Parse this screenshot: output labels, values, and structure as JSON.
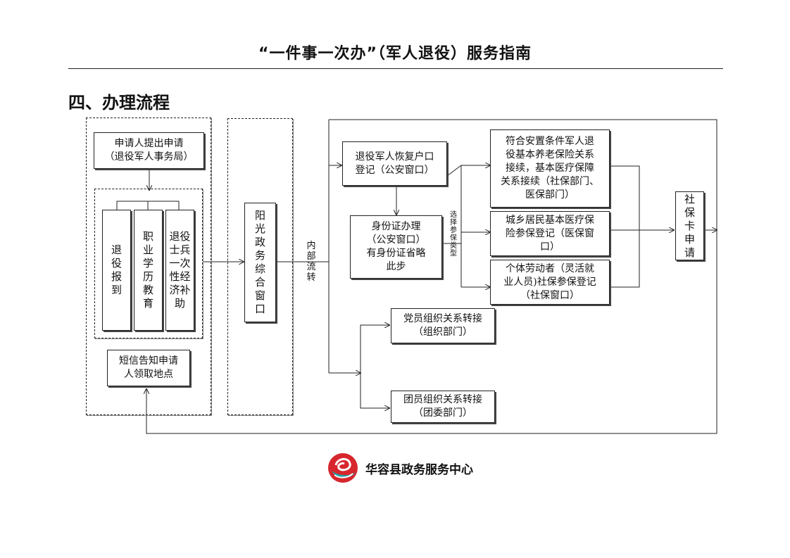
{
  "header": {
    "title": "“一件事一次办”（军人退役）服务指南",
    "section_heading": "四、办理流程"
  },
  "left_panel": {
    "apply": "申请人提出申请\n（退役军人事务局）",
    "items": [
      "退\n役\n报\n到",
      "职\n业\n学\n历\n教\n育",
      "退役\n士兵\n一次\n性经\n济补\n助"
    ],
    "sms_notice": "短信告知申请\n人领取地点"
  },
  "middle_panel": {
    "window": "阳\n光\n政\n务\n综\n合\n窗\n口",
    "transfer_label": "内\n部\n流\n转"
  },
  "right_panel": {
    "hukou": "退役军人恢复户口\n登记（公安窗口）",
    "id_card": "身份证办理\n（公安窗口）\n有身份证省略\n此步",
    "choose_label": "选\n择\n参\n保\n类\n型",
    "insurance_options": [
      "符合安置条件军人退\n役基本养老保险关系\n接续，基本医疗保障\n关系接续（社保部门、\n医保部门）",
      "城乡居民基本医疗保\n险参保登记（医保窗\n口）",
      "个体劳动者（灵活就\n业人员)社保参保登记\n（社保窗口）"
    ],
    "social_card": "社\n保\n卡\n申\n请",
    "party": "党员组织关系转接\n（组织部门）",
    "league": "团员组织关系转接\n（团委部门）"
  },
  "footer": {
    "org_name": "华容县政务服务中心"
  },
  "colors": {
    "logo_red": "#d7262e",
    "logo_teal": "#1aa3a8"
  }
}
